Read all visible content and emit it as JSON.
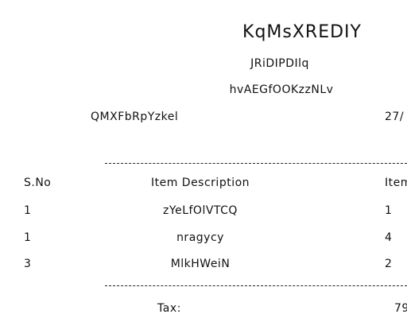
{
  "receipt": {
    "store_name": "KqMsXREDIY",
    "subtitle_1": "JRiDIPDIlq",
    "subtitle_2": "hvAEGfOOKzzNLv",
    "meta_left": "QMXFbRpYzkel",
    "meta_right": "27/",
    "headers": {
      "sno": "S.No",
      "description": "Item Description",
      "items": "Items"
    },
    "rows": [
      {
        "sno": "1",
        "description": "zYeLfOlVTCQ",
        "items": "1"
      },
      {
        "sno": "1",
        "description": "nragycy",
        "items": "4"
      },
      {
        "sno": "3",
        "description": "MlkHWeiN",
        "items": "2"
      }
    ],
    "tax_label": "Tax:",
    "tax_value": "79"
  }
}
